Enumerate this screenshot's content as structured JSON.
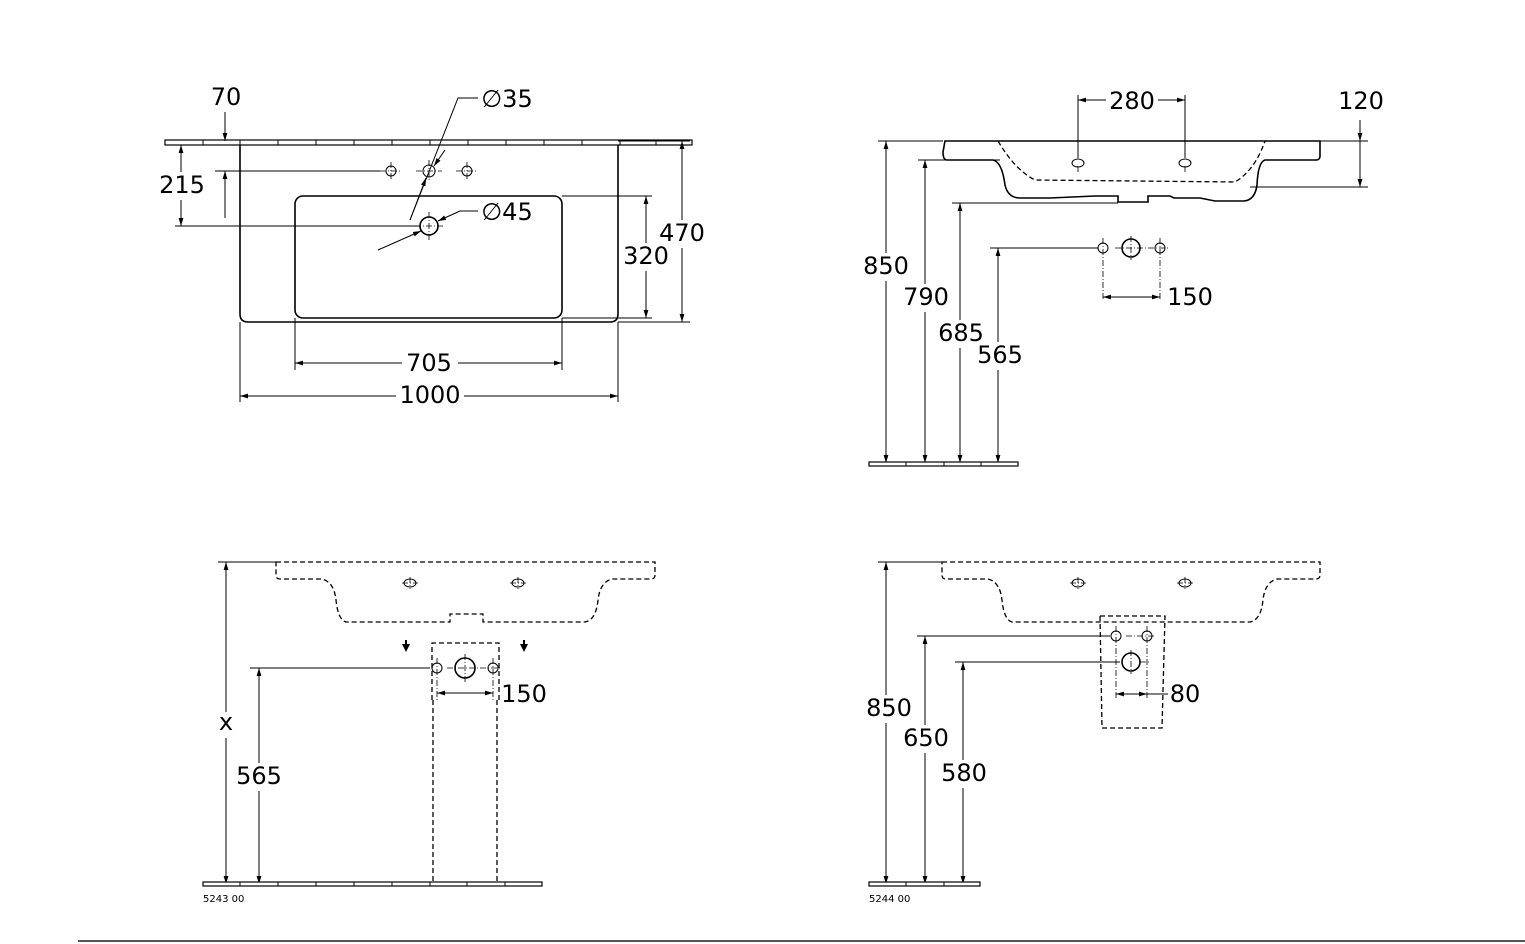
{
  "top_view": {
    "dim_70": "70",
    "dim_215": "215",
    "dim_35": "∅35",
    "dim_45": "∅45",
    "dim_470": "470",
    "dim_320": "320",
    "dim_705": "705",
    "dim_1000": "1000"
  },
  "side_view": {
    "dim_280": "280",
    "dim_120": "120",
    "dim_850": "850",
    "dim_790": "790",
    "dim_685": "685",
    "dim_565": "565",
    "dim_150": "150"
  },
  "install_5243": {
    "dim_x": "x",
    "dim_565": "565",
    "dim_150": "150",
    "code": "5243 00"
  },
  "install_5244": {
    "dim_850": "850",
    "dim_650": "650",
    "dim_580": "580",
    "dim_80": "80",
    "code": "5244 00"
  }
}
